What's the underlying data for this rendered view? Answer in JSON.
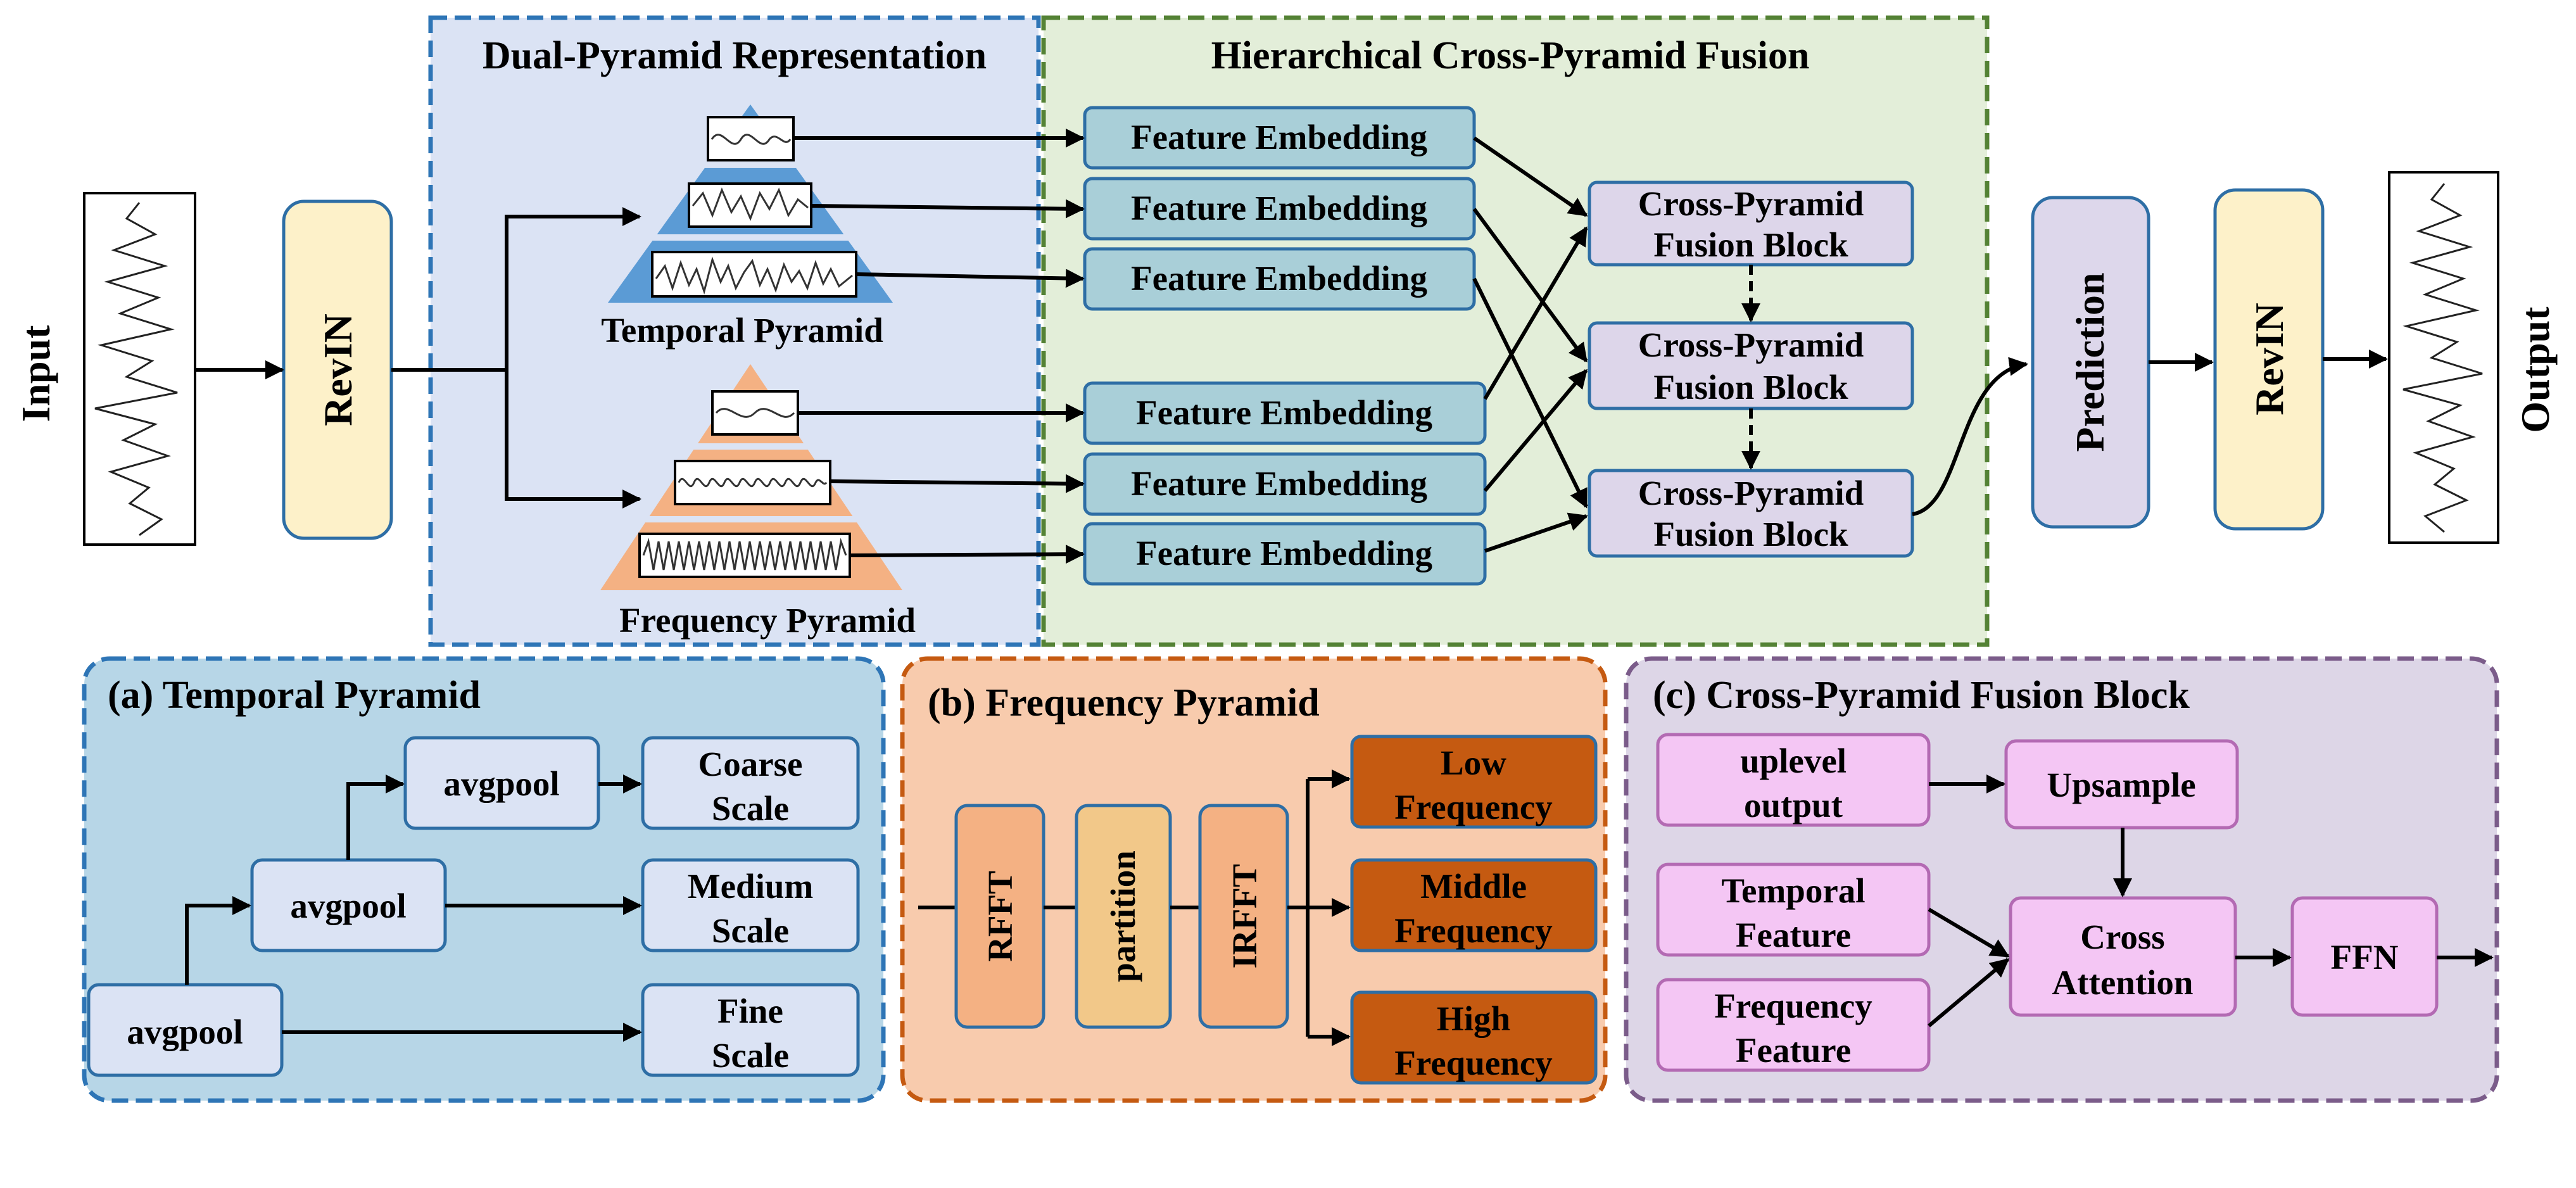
{
  "input_label": "Input",
  "output_label": "Output",
  "revin_in_label": "RevIN",
  "revin_out_label": "RevIN",
  "prediction_label": "Prediction",
  "dual_pyramid": {
    "title": "Dual-Pyramid Representation",
    "temporal_label": "Temporal Pyramid",
    "frequency_label": "Frequency Pyramid"
  },
  "fusion": {
    "title": "Hierarchical Cross-Pyramid Fusion",
    "embedding_label": "Feature Embedding",
    "block_line1": "Cross-Pyramid",
    "block_line2": "Fusion Block"
  },
  "panel_a": {
    "title": "(a) Temporal Pyramid",
    "avgpool": "avgpool",
    "coarse": [
      "Coarse",
      "Scale"
    ],
    "medium": [
      "Medium",
      "Scale"
    ],
    "fine": [
      "Fine",
      "Scale"
    ]
  },
  "panel_b": {
    "title": "(b) Frequency Pyramid",
    "rfft": "RFFT",
    "partition": "partition",
    "irfft": "IRFFT",
    "low": [
      "Low",
      "Frequency"
    ],
    "middle": [
      "Middle",
      "Frequency"
    ],
    "high": [
      "High",
      "Frequency"
    ]
  },
  "panel_c": {
    "title": "(c) Cross-Pyramid Fusion Block",
    "uplevel": [
      "uplevel",
      "output"
    ],
    "upsample": "Upsample",
    "temporal_feature": [
      "Temporal",
      "Feature"
    ],
    "frequency_feature": [
      "Frequency",
      "Feature"
    ],
    "cross_attention": [
      "Cross",
      "Attention"
    ],
    "ffn": "FFN"
  },
  "colors": {
    "revin_fill": "#fdf1c9",
    "prediction_fill": "#ddd7eb",
    "dual_bg": "#dbe3f4",
    "dual_border": "#2e75b6",
    "fusion_bg": "#e3eed9",
    "fusion_border": "#548235",
    "embed_fill": "#a9cfd8",
    "fusion_block_fill": "#ddd6ea",
    "temporal_pyramid": "#5b9bd5",
    "frequency_pyramid": "#f4b183",
    "panel_a_bg": "#b7d6e7",
    "panel_b_bg": "#f8cbad",
    "panel_c_bg": "#ddd6e7",
    "freq_band_fill": "#c55a11",
    "panel_c_box": "#f4c6f4"
  }
}
